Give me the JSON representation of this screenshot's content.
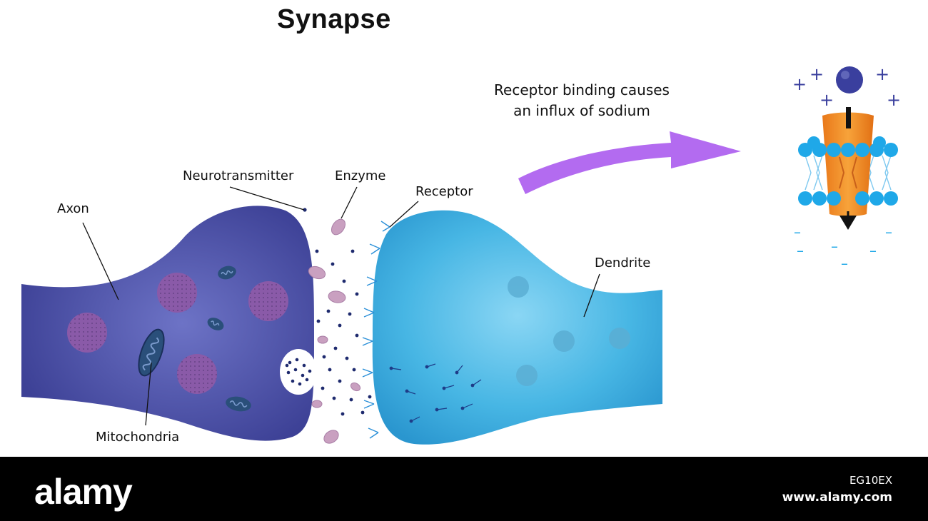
{
  "title": "Synapse",
  "labels": {
    "axon": "Axon",
    "neurotransmitter": "Neurotransmitter",
    "enzyme": "Enzyme",
    "receptor": "Receptor",
    "dendrite": "Dendrite",
    "mitochondria": "Mitochondria"
  },
  "caption": {
    "line1": "Receptor binding causes",
    "line2": "an influx of sodium"
  },
  "ion_signs": {
    "positive": "+",
    "negative": "–"
  },
  "colors": {
    "axon": "#4a4fa0",
    "dendrite": "#3fb0e0",
    "organelle": "#7a4f9a",
    "enzyme": "#c9a0c0",
    "neurotransmitter": "#1e2a6e",
    "arrow": "#b36bf0",
    "channel": "#f08a1c",
    "membrane_head": "#1fa8e8",
    "ion": "#3a3f9e"
  },
  "watermark": {
    "brand": "alamy",
    "image_id": "EG10EX",
    "site": "www.alamy.com"
  }
}
